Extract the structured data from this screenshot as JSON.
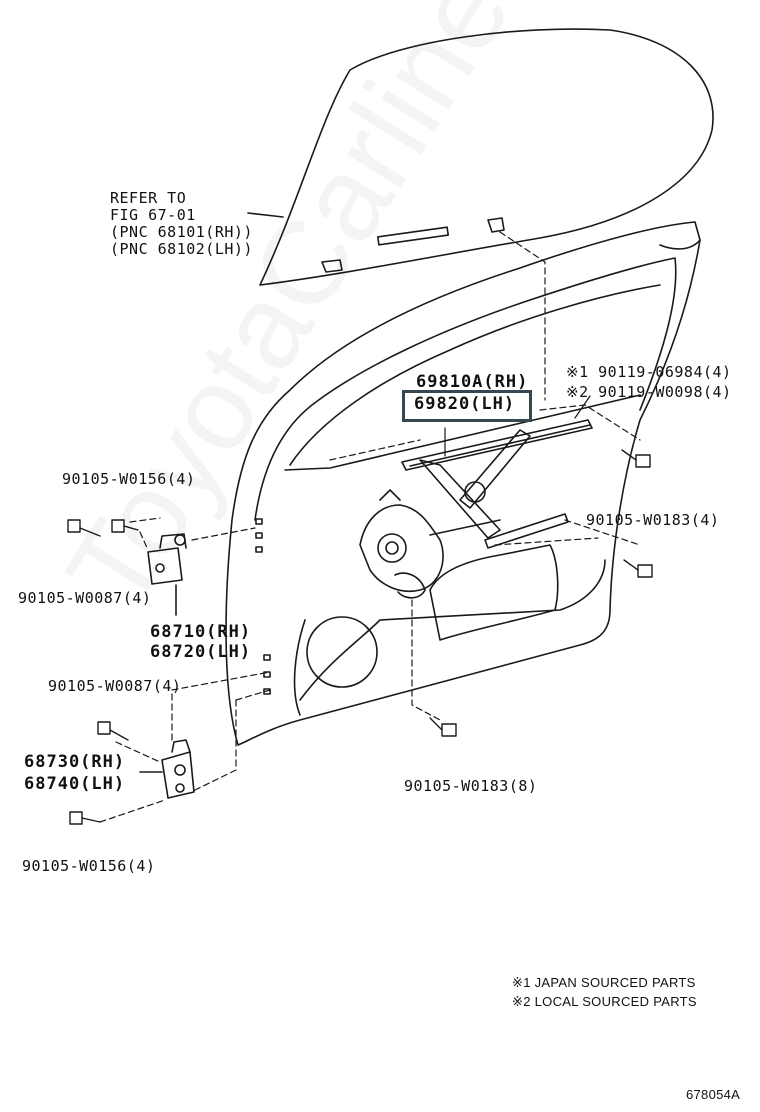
{
  "watermark": "ToyotaCarline.ru",
  "refer": {
    "line1": "REFER TO",
    "line2": "FIG 67-01",
    "line3": "(PNC 68101(RH))",
    "line4": "(PNC 68102(LH))"
  },
  "regulator": {
    "rh": "69810A(RH)",
    "lh": "69820(LH)"
  },
  "bolts_top": {
    "jp": "※1 90119-06984(4)",
    "local": "※2 90119-W0098(4)"
  },
  "right_bolt": "90105-W0183(4)",
  "bottom_bolt": "90105-W0183(8)",
  "upper_hinge": {
    "bolt_top": "90105-W0156(4)",
    "bolt_side": "90105-W0087(4)",
    "rh": "68710(RH)",
    "lh": "68720(LH)"
  },
  "lower_hinge": {
    "bolt_top": "90105-W0087(4)",
    "rh": "68730(RH)",
    "lh": "68740(LH)",
    "bolt_bottom": "90105-W0156(4)"
  },
  "notes": {
    "n1": "※1 JAPAN SOURCED PARTS",
    "n2": "※2 LOCAL SOURCED PARTS"
  },
  "figure_id": "678054A",
  "colors": {
    "line": "#1a1a1a",
    "highlight": "#37474f"
  }
}
